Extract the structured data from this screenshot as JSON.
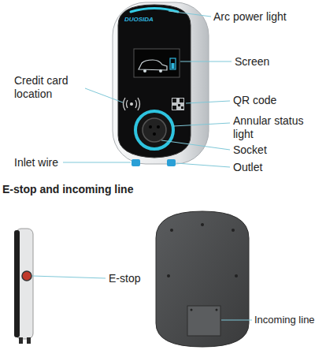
{
  "diagram": {
    "labels": [
      "DUOSIDA",
      "Arc power light",
      "Screen",
      "Credit card location",
      "QR code",
      "Annular status light",
      "Socket",
      "Inlet wire",
      "Outlet",
      "E-stop and incoming line",
      "E-stop",
      "Incoming line"
    ]
  }
}
